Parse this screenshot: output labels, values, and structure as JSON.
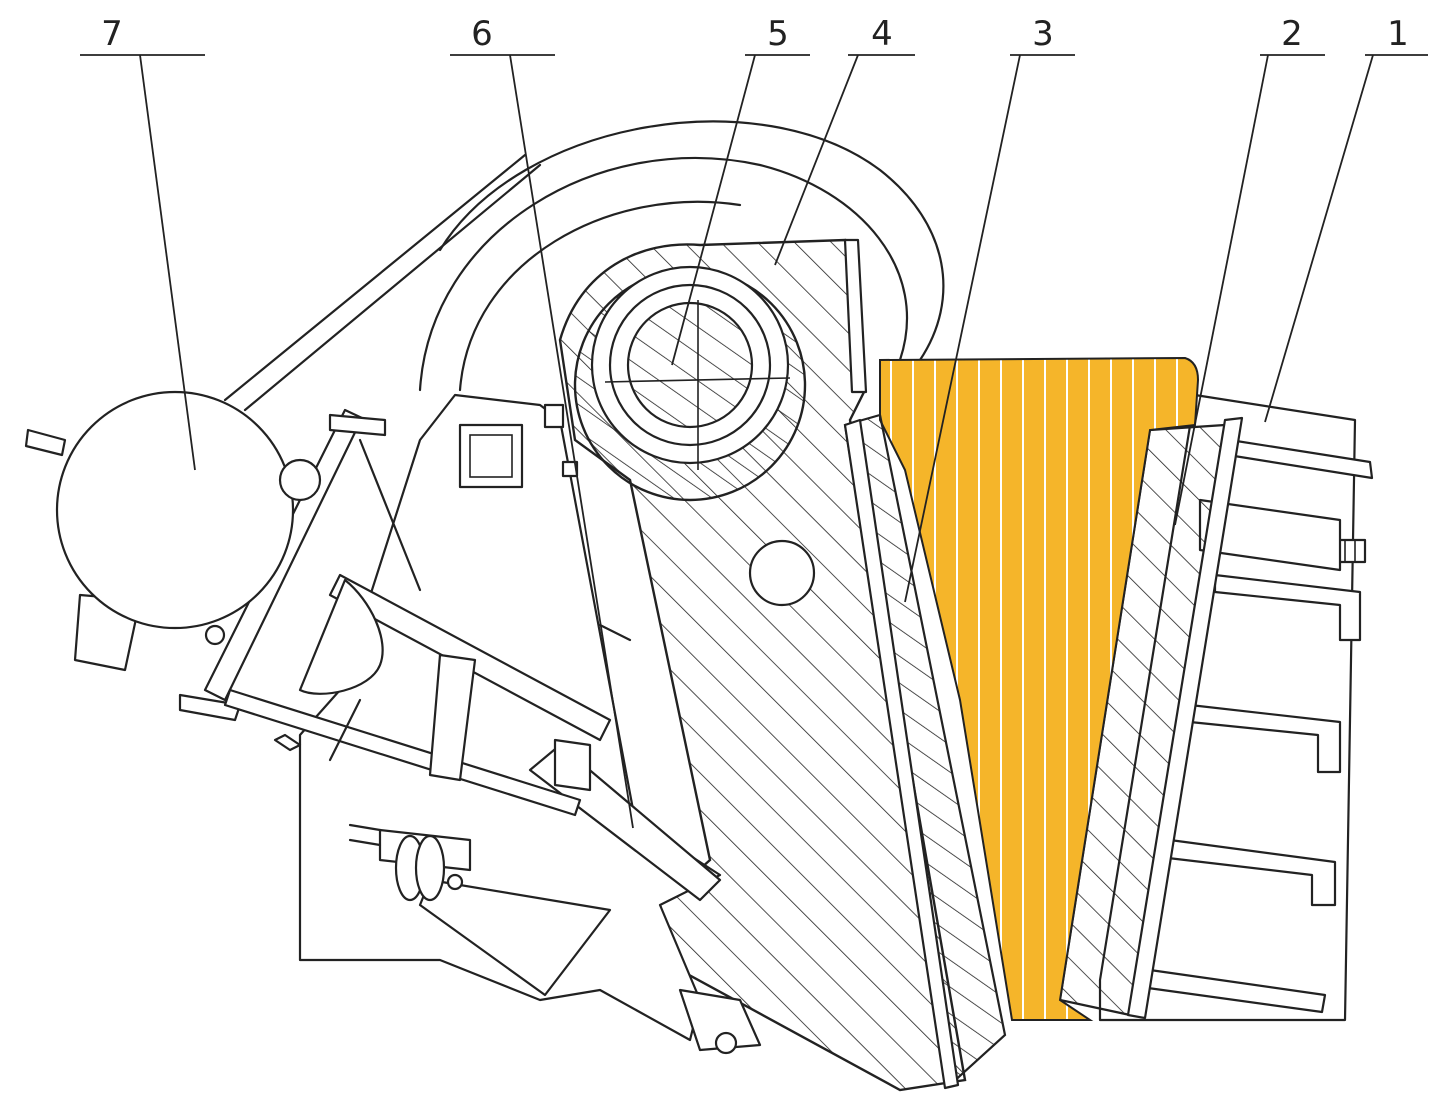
{
  "callouts": [
    {
      "id": "1",
      "label": "1"
    },
    {
      "id": "2",
      "label": "2"
    },
    {
      "id": "3",
      "label": "3"
    },
    {
      "id": "4",
      "label": "4"
    },
    {
      "id": "5",
      "label": "5"
    },
    {
      "id": "6",
      "label": "6"
    },
    {
      "id": "7",
      "label": "7"
    }
  ],
  "colors": {
    "line": "#222222",
    "chamber_fill": "#F5B52A",
    "background": "#ffffff"
  }
}
